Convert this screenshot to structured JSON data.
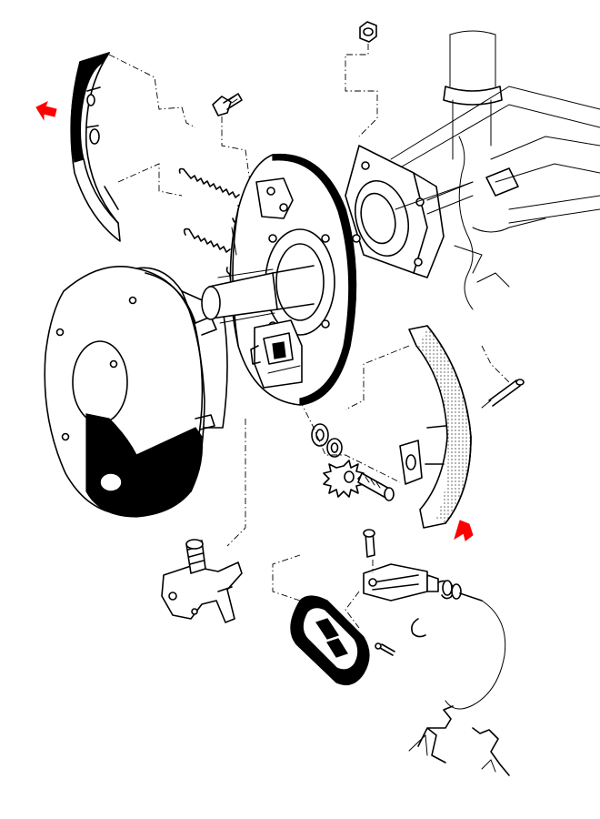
{
  "diagram": {
    "kind": "exploded-assembly",
    "line_color": "#000000",
    "background": "#ffffff",
    "callout_arrow_color": "#ff0000",
    "parts": [
      "brake-shoe-top",
      "brake-shoe-bottom",
      "brake-drum",
      "backing-plate",
      "return-spring-upper",
      "return-spring-lower",
      "hub-flange",
      "wheel-cylinder",
      "adjuster-wheel",
      "adjuster-bolt",
      "handbrake-lever",
      "dust-cover",
      "clevis-fork",
      "clevis-pin",
      "cable",
      "bolt",
      "nut",
      "split-pin"
    ]
  }
}
